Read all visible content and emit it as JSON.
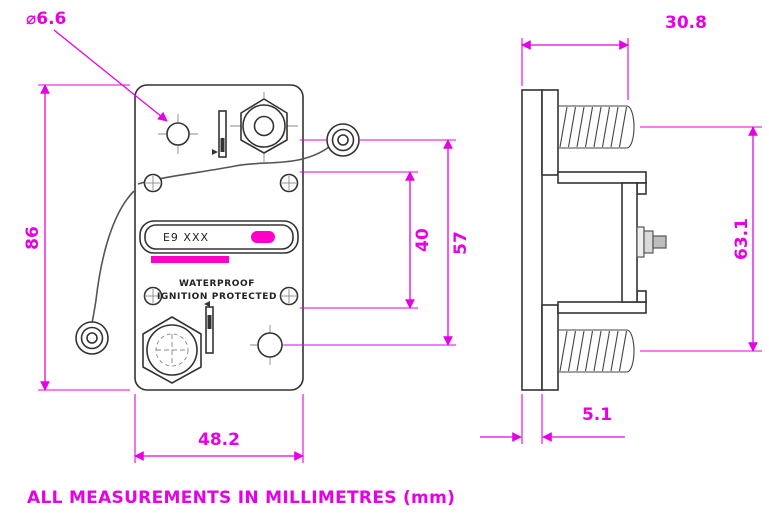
{
  "caption": "ALL MEASUREMENTS IN MILLIMETRES (mm)",
  "front_view": {
    "label": "E9 XXX",
    "marking_line1": "WATERPROOF",
    "marking_line2": "IGNITION  PROTECTED"
  },
  "dimensions": {
    "hole_diameter": "⌀6.6",
    "body_height": "86",
    "body_width": "48.2",
    "stud_spacing": "57",
    "hole_spacing": "40",
    "side_depth": "30.8",
    "stud_centres": "63.1",
    "plate_thickness": "5.1"
  },
  "colors": {
    "dimension": "#e600e6",
    "accent": "#ff00c8",
    "line": "#333333"
  }
}
